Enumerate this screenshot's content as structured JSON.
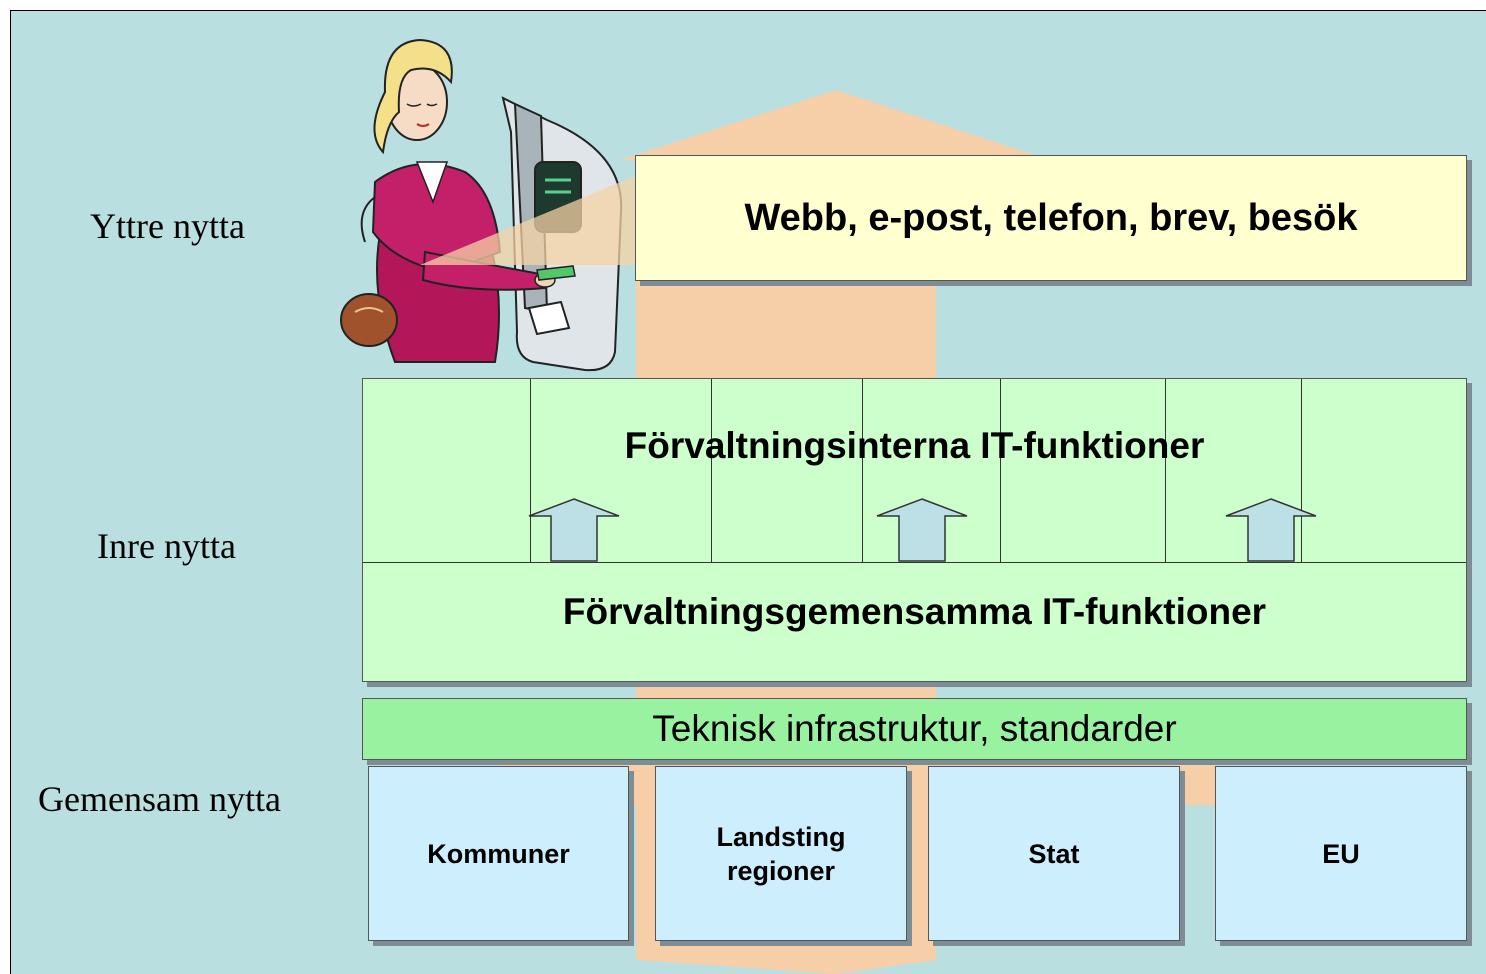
{
  "labels": {
    "yttre": "Yttre nytta",
    "inre": "Inre nytta",
    "gemensam": "Gemensam nytta"
  },
  "channels": "Webb, e-post, telefon, brev, besök",
  "internal": "Förvaltningsinterna IT-funktioner",
  "common": "Förvaltningsgemensamma IT-funktioner",
  "infra": "Teknisk infrastruktur, standarder",
  "orgs": [
    {
      "line1": "Kommuner",
      "line2": ""
    },
    {
      "line1": "Landsting",
      "line2": "regioner"
    },
    {
      "line1": "Stat",
      "line2": ""
    },
    {
      "line1": "EU",
      "line2": ""
    }
  ],
  "colors": {
    "background": "#b9dfe0",
    "big_arrow": "#f6cfa9",
    "channels_box": "#ffffd0",
    "it_box": "#ccffcc",
    "infra_box": "#99f2a0",
    "org_box": "#cdeefd",
    "small_arrow": "#bde0e6"
  }
}
